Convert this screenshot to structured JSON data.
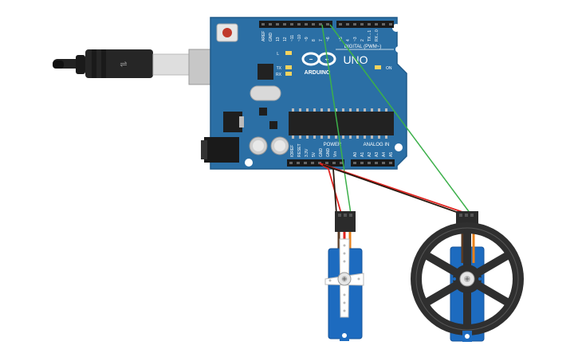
{
  "board": {
    "brand": "ARDUINO",
    "model": "UNO",
    "header_label_digital": "DIGITAL (PWM~)",
    "header_label_analog": "ANALOG IN",
    "header_label_power": "POWER",
    "led_l": "L",
    "led_tx": "TX",
    "led_rx": "RX",
    "led_on": "ON",
    "digital_pins": [
      "AREF",
      "GND",
      "13",
      "12",
      "~11",
      "~10",
      "~9",
      "8",
      "7",
      "~6",
      "~5",
      "4",
      "~3",
      "2",
      "TX→1",
      "RX←0"
    ],
    "power_pins": [
      "IOREF",
      "RESET",
      "3.3V",
      "5V",
      "GND",
      "GND",
      "Vin"
    ],
    "analog_pins": [
      "A0",
      "A1",
      "A2",
      "A3",
      "A4",
      "A5"
    ]
  },
  "colors": {
    "board": "#2b6fa5",
    "board_edge": "#1f5a8a",
    "wire_signal": "#3cb04a",
    "wire_power": "#e0231f",
    "wire_ground": "#2a1a10",
    "servo_body": "#1d6bbf",
    "wheel": "#2f2f2f",
    "usb_cable": "#222222"
  }
}
